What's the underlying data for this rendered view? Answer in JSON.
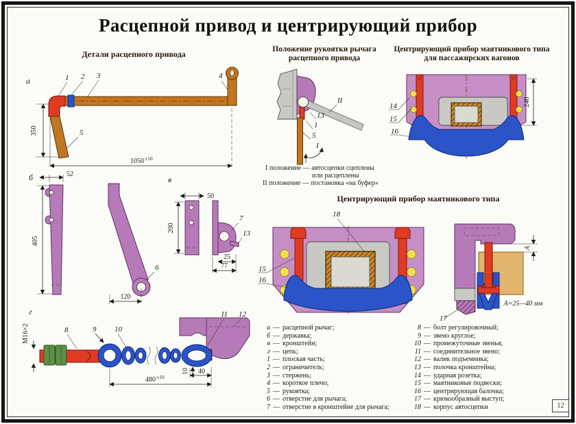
{
  "page": {
    "title": "Расцепной привод и центрирующий прибор",
    "page_number": "12"
  },
  "headings": {
    "details": "Детали расцепного привода",
    "positions1": "Положение рукоятки рычага",
    "positions2": "расцепного привода",
    "passenger1": "Центрирующий прибор маятникового типа",
    "passenger2": "для пассажирских вагонов",
    "pendulum": "Центрирующий прибор маятникового типа"
  },
  "notes": {
    "pos1a": "I положение — автосцепки сцеплены",
    "pos1b": "или расцеплены",
    "pos2": "II положение — постановка «на буфер»",
    "gap": "A=25—40 мм"
  },
  "labels": {
    "a": "а",
    "b": "б",
    "v": "в",
    "g": "г",
    "n1": "1",
    "n2": "2",
    "n3": "3",
    "n4": "4",
    "n5": "5",
    "n6": "6",
    "n7": "7",
    "n8": "8",
    "n9": "9",
    "n10": "10",
    "n11": "11",
    "n12": "12",
    "n13": "13",
    "n14": "14",
    "n15": "15",
    "n16": "16",
    "n17": "17",
    "n18": "18",
    "posI": "I",
    "posII": "II"
  },
  "dims": {
    "d350": "350",
    "d1050": "1050",
    "tol10": "±10",
    "d52": "52",
    "d405": "405",
    "d120": "120",
    "d50": "50",
    "d200": "200",
    "d25": "25",
    "d77": "77",
    "m16": "М16×2",
    "d480": "480",
    "d40": "40",
    "d10": "10",
    "d248": "248",
    "dA": "A"
  },
  "legend": {
    "sep": "—",
    "left": [
      {
        "k": "а",
        "t": "расцепной рычаг;"
      },
      {
        "k": "б",
        "t": "державка;"
      },
      {
        "k": "в",
        "t": "кронштейн;"
      },
      {
        "k": "г",
        "t": "цепь;"
      },
      {
        "k": "1",
        "t": "плоская часть;"
      },
      {
        "k": "2",
        "t": "ограничитель;"
      },
      {
        "k": "3",
        "t": "стержень;"
      },
      {
        "k": "4",
        "t": "короткое плечо;"
      },
      {
        "k": "5",
        "t": "рукоятка;"
      },
      {
        "k": "6",
        "t": "отверстие для рычага;"
      },
      {
        "k": "7",
        "t": "отверстие в кронштейне для рычага;"
      }
    ],
    "right": [
      {
        "k": "8",
        "t": "болт регулировочный;"
      },
      {
        "k": "9",
        "t": "звено круглое;"
      },
      {
        "k": "10",
        "t": "промежуточные звенья;"
      },
      {
        "k": "11",
        "t": "соединительное звено;"
      },
      {
        "k": "12",
        "t": "валик подъемника;"
      },
      {
        "k": "13",
        "t": "полочка кронштейна;"
      },
      {
        "k": "14",
        "t": "ударная розетка;"
      },
      {
        "k": "15",
        "t": "маятниковые подвески;"
      },
      {
        "k": "16",
        "t": "центрирующая балочка;"
      },
      {
        "k": "17",
        "t": "крюкообразный выступ;"
      },
      {
        "k": "18",
        "t": "корпус автосцепки"
      }
    ]
  },
  "colors": {
    "purple": "#b77ab8",
    "purple2": "#c58fc6",
    "red": "#e03b23",
    "blue": "#2a54c8",
    "yellow": "#f2df52",
    "green": "#5f8f46",
    "brown": "#c07622",
    "tan": "#e3b56e",
    "gray": "#c9c9c4"
  }
}
